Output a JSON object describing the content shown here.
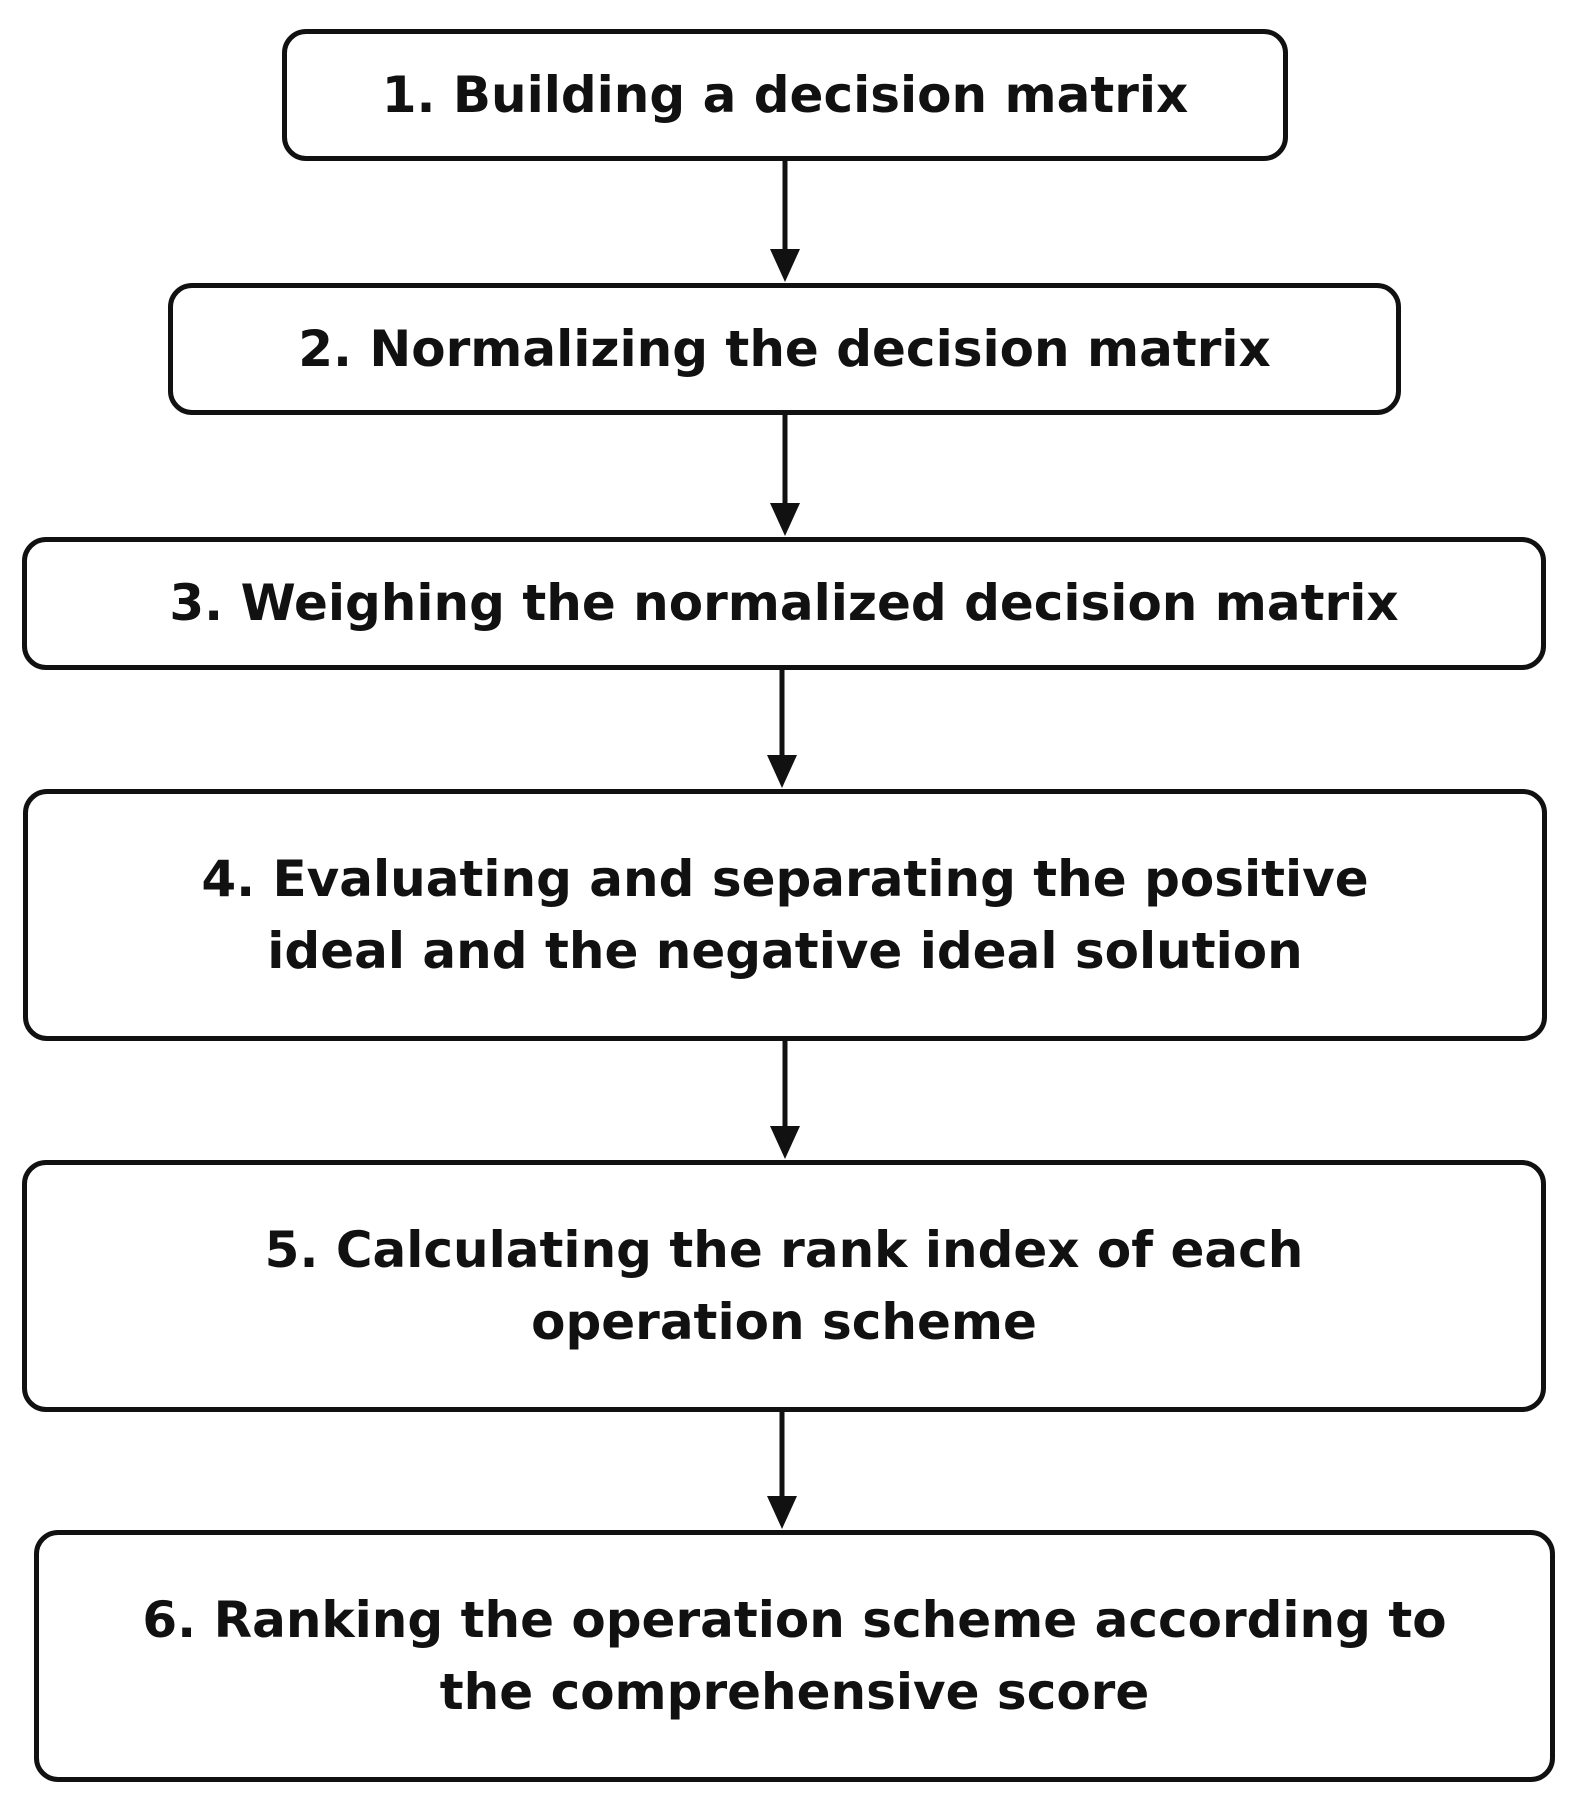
{
  "flowchart": {
    "steps": [
      {
        "label": "1. Building a decision matrix"
      },
      {
        "label": "2. Normalizing the decision matrix"
      },
      {
        "label": "3. Weighing the normalized decision matrix"
      },
      {
        "label": "4. Evaluating and separating the positive ideal and the negative ideal solution"
      },
      {
        "label": "5. Calculating the rank index of each operation scheme"
      },
      {
        "label": "6. Ranking the operation scheme according to the comprehensive score"
      }
    ],
    "colors": {
      "stroke": "#111111",
      "background": "#ffffff",
      "text": "#111111"
    }
  }
}
